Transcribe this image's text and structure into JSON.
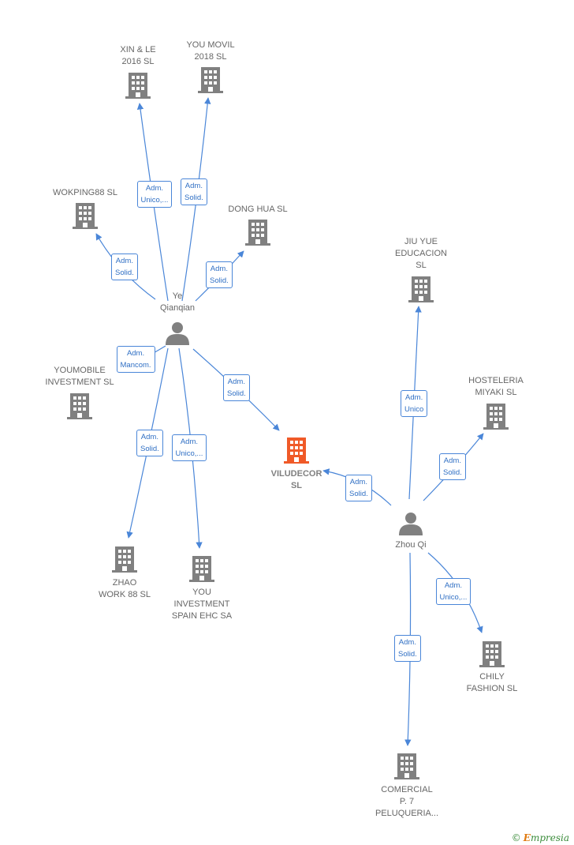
{
  "colors": {
    "node": "#808080",
    "focus_node": "#f05a28",
    "edge": "#4a86d8",
    "badge_text": "#2f6fc4",
    "label_text": "#666666"
  },
  "nodes": [
    {
      "id": "xin",
      "type": "company",
      "label": "XIN & LE\n2016  SL"
    },
    {
      "id": "youmovil",
      "type": "company",
      "label": "YOU MOVIL\n2018  SL"
    },
    {
      "id": "wokping",
      "type": "company",
      "label": "WOKPING88 SL"
    },
    {
      "id": "donghua",
      "type": "company",
      "label": "DONG HUA SL"
    },
    {
      "id": "ye",
      "type": "person",
      "label": "Ye\nQianqian"
    },
    {
      "id": "youmobile",
      "type": "company",
      "label": "YOUMOBILE\nINVESTMENT SL"
    },
    {
      "id": "jiuyue",
      "type": "company",
      "label": "JIU YUE\nEDUCACION\nSL"
    },
    {
      "id": "hosteleria",
      "type": "company",
      "label": "HOSTELERIA\nMIYAKI  SL"
    },
    {
      "id": "viludecor",
      "type": "company",
      "focus": true,
      "label": "VILUDECOR\nSL"
    },
    {
      "id": "zhouqi",
      "type": "person",
      "label": "Zhou Qi"
    },
    {
      "id": "zhao",
      "type": "company",
      "label": "ZHAO\nWORK 88 SL"
    },
    {
      "id": "youinv",
      "type": "company",
      "label": "YOU\nINVESTMENT\nSPAIN EHC SA"
    },
    {
      "id": "chily",
      "type": "company",
      "label": "CHILY\nFASHION  SL"
    },
    {
      "id": "comercial",
      "type": "company",
      "label": "COMERCIAL\nP.  7\nPELUQUERIA..."
    }
  ],
  "edges": [
    {
      "from": "ye",
      "to": "xin",
      "label": "Adm.\nUnico,..."
    },
    {
      "from": "ye",
      "to": "youmovil",
      "label": "Adm.\nSolid."
    },
    {
      "from": "ye",
      "to": "wokping",
      "label": "Adm.\nSolid."
    },
    {
      "from": "ye",
      "to": "donghua",
      "label": "Adm.\nSolid."
    },
    {
      "from": "ye",
      "to": "youmobile",
      "label": "Adm.\nMancom."
    },
    {
      "from": "ye",
      "to": "viludecor",
      "label": "Adm.\nSolid."
    },
    {
      "from": "ye",
      "to": "zhao",
      "label": "Adm.\nSolid."
    },
    {
      "from": "ye",
      "to": "youinv",
      "label": "Adm.\nUnico,..."
    },
    {
      "from": "zhouqi",
      "to": "viludecor",
      "label": "Adm.\nSolid."
    },
    {
      "from": "zhouqi",
      "to": "jiuyue",
      "label": "Adm.\nUnico"
    },
    {
      "from": "zhouqi",
      "to": "hosteleria",
      "label": "Adm.\nSolid."
    },
    {
      "from": "zhouqi",
      "to": "chily",
      "label": "Adm.\nUnico,..."
    },
    {
      "from": "zhouqi",
      "to": "comercial",
      "label": "Adm.\nSolid."
    }
  ],
  "brand": {
    "copyright": "©",
    "first_letter": "E",
    "rest": "mpresia"
  }
}
